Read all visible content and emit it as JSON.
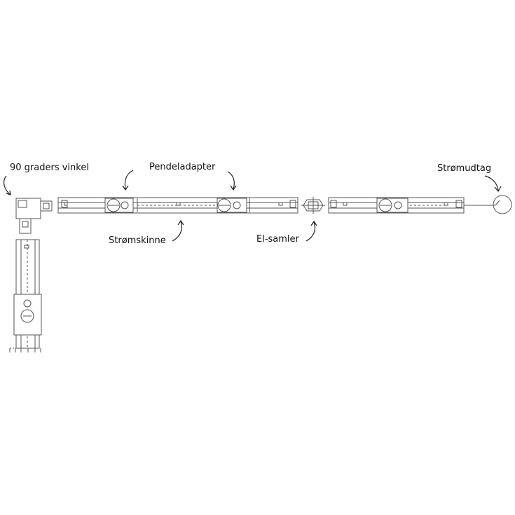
{
  "labels": {
    "corner": "90 graders vinkel",
    "pendant": "Pendeladapter",
    "track": "Strømskinne",
    "connector": "El-samler",
    "feed": "Strømudtag"
  },
  "colors": {
    "line": "#555555",
    "text": "#111111",
    "background": "#ffffff"
  }
}
